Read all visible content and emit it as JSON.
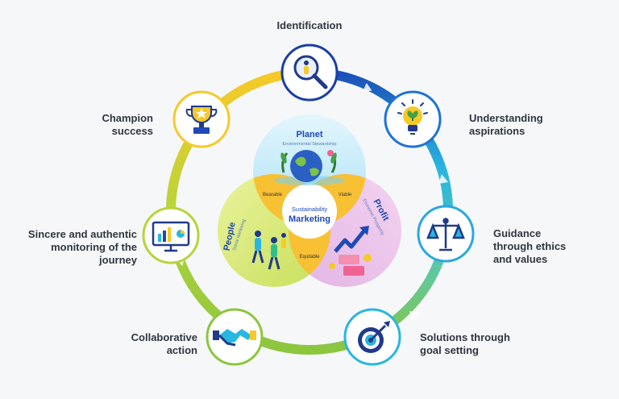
{
  "center": {
    "title_line1": "Sustainability",
    "title_line2": "Marketing"
  },
  "circles": {
    "planet": {
      "title": "Planet",
      "subtitle": "Environmental Stewardship"
    },
    "people": {
      "title": "People",
      "subtitle": "Social Wellbeing"
    },
    "profit": {
      "title": "Profit",
      "subtitle": "Economic Prosperity"
    }
  },
  "overlaps": {
    "bearable": "Bearable",
    "viable": "Viable",
    "equitable": "Equitable"
  },
  "steps": [
    {
      "label": "Identification",
      "icon": "magnifier-person-icon"
    },
    {
      "label": "Understanding\naspirations",
      "icon": "lightbulb-plant-icon"
    },
    {
      "label": "Guidance\nthrough ethics\nand values",
      "icon": "scales-icon"
    },
    {
      "label": "Solutions through\ngoal setting",
      "icon": "target-arrow-icon"
    },
    {
      "label": "Collaborative\naction",
      "icon": "handshake-icon"
    },
    {
      "label": "Sincere and authentic\nmonitoring of the\njourney",
      "icon": "monitor-dashboard-icon"
    },
    {
      "label": "Champion\nsuccess",
      "icon": "trophy-icon"
    }
  ],
  "colors": {
    "ring_blue": "#1a4fb8",
    "ring_teal": "#29b6e0",
    "ring_green": "#8cc63f",
    "ring_yellow": "#f7c928",
    "planet": "#cfeefa",
    "people": "#dfee8a",
    "profit": "#efc9ec",
    "overlap": "#f8c033",
    "text_blue": "#1f49b6"
  }
}
